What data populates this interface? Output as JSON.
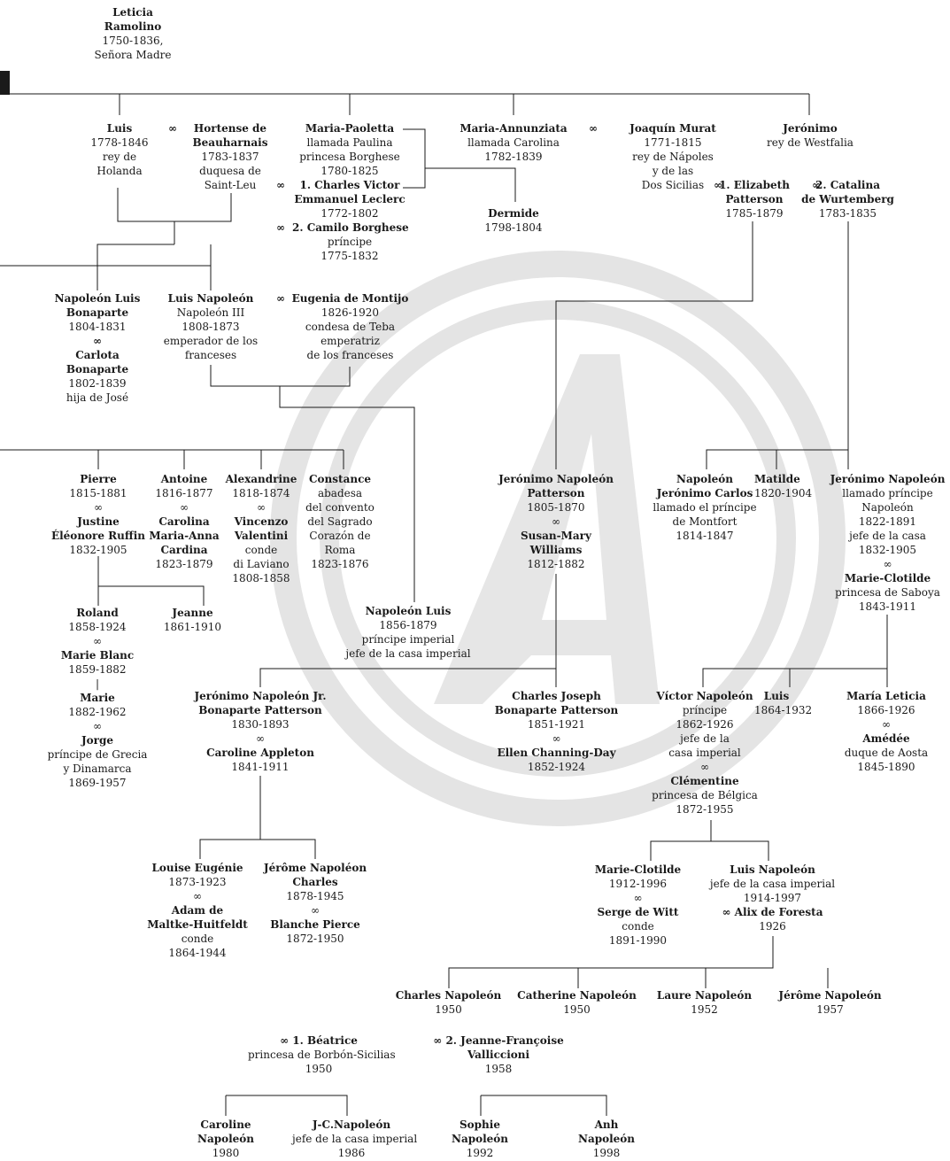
{
  "palette": {
    "line": "#1a1a1a",
    "watermark": "#e4e4e4",
    "text": "#1a1a1a"
  },
  "watermark": {
    "letter": "A"
  },
  "marriage_symbol": "∞",
  "persons": [
    {
      "id": "leticia",
      "lines": [
        {
          "t": "Leticia",
          "b": true
        },
        {
          "t": "Ramolino",
          "b": true
        },
        {
          "t": "1750-1836,"
        },
        {
          "t": "Señora Madre"
        }
      ]
    },
    {
      "id": "luis",
      "lines": [
        {
          "t": "Luis",
          "b": true
        },
        {
          "t": "1778-1846"
        },
        {
          "t": "rey de"
        },
        {
          "t": "Holanda"
        }
      ]
    },
    {
      "id": "hortense",
      "lines": [
        {
          "t": "Hortense de",
          "b": true
        },
        {
          "t": "Beauharnais",
          "b": true
        },
        {
          "t": "1783-1837"
        },
        {
          "t": "duquesa de"
        },
        {
          "t": "Saint-Leu"
        }
      ]
    },
    {
      "id": "paoletta",
      "lines": [
        {
          "t": "Maria-Paoletta",
          "b": true
        },
        {
          "t": "llamada Paulina"
        },
        {
          "t": "princesa Borghese"
        },
        {
          "t": "1780-1825"
        }
      ]
    },
    {
      "id": "leclerc",
      "lines": [
        {
          "t": "1. Charles Victor",
          "b": true
        },
        {
          "t": "Emmanuel Leclerc",
          "b": true
        },
        {
          "t": "1772-1802"
        }
      ]
    },
    {
      "id": "borghese",
      "lines": [
        {
          "t": "2. Camilo Borghese",
          "b": true
        },
        {
          "t": "príncipe"
        },
        {
          "t": "1775-1832"
        }
      ]
    },
    {
      "id": "annunziata",
      "lines": [
        {
          "t": "Maria-Annunziata",
          "b": true
        },
        {
          "t": "llamada Carolina"
        },
        {
          "t": "1782-1839"
        }
      ]
    },
    {
      "id": "dermide",
      "lines": [
        {
          "t": "Dermide",
          "b": true
        },
        {
          "t": "1798-1804"
        }
      ]
    },
    {
      "id": "murat",
      "lines": [
        {
          "t": "Joaquín Murat",
          "b": true
        },
        {
          "t": "1771-1815"
        },
        {
          "t": "rey de Nápoles"
        },
        {
          "t": "y de las"
        },
        {
          "t": "Dos Sicilias"
        }
      ]
    },
    {
      "id": "jeronimo",
      "lines": [
        {
          "t": "Jerónimo",
          "b": true
        },
        {
          "t": "rey de Westfalia"
        }
      ]
    },
    {
      "id": "elizabeth",
      "lines": [
        {
          "t": "1. Elizabeth",
          "b": true
        },
        {
          "t": "Patterson",
          "b": true
        },
        {
          "t": "1785-1879"
        }
      ]
    },
    {
      "id": "catalina",
      "lines": [
        {
          "t": "2. Catalina",
          "b": true
        },
        {
          "t": "de Wurtemberg",
          "b": true
        },
        {
          "t": "1783-1835"
        }
      ]
    },
    {
      "id": "napluis",
      "lines": [
        {
          "t": "Napoleón Luis",
          "b": true
        },
        {
          "t": "Bonaparte",
          "b": true
        },
        {
          "t": "1804-1831"
        },
        {
          "t": "∞",
          "b": true
        },
        {
          "t": "Carlota",
          "b": true
        },
        {
          "t": "Bonaparte",
          "b": true
        },
        {
          "t": "1802-1839"
        },
        {
          "t": "hija de José"
        }
      ]
    },
    {
      "id": "napIII",
      "lines": [
        {
          "t": "Luis Napoleón",
          "b": true
        },
        {
          "t": "Napoleón III"
        },
        {
          "t": "1808-1873"
        },
        {
          "t": "emperador de los"
        },
        {
          "t": "franceses"
        }
      ]
    },
    {
      "id": "eugenia",
      "lines": [
        {
          "t": "Eugenia de Montijo",
          "b": true
        },
        {
          "t": "1826-1920"
        },
        {
          "t": "condesa de Teba"
        },
        {
          "t": "emperatriz"
        },
        {
          "t": "de los franceses"
        }
      ]
    },
    {
      "id": "pierre",
      "lines": [
        {
          "t": "Pierre",
          "b": true
        },
        {
          "t": "1815-1881"
        },
        {
          "t": "∞"
        },
        {
          "t": "Justine",
          "b": true
        },
        {
          "t": "Éléonore Ruffin",
          "b": true
        },
        {
          "t": "1832-1905"
        }
      ]
    },
    {
      "id": "antoine",
      "lines": [
        {
          "t": "Antoine",
          "b": true
        },
        {
          "t": "1816-1877"
        },
        {
          "t": "∞"
        },
        {
          "t": "Carolina",
          "b": true
        },
        {
          "t": "Maria-Anna",
          "b": true
        },
        {
          "t": "Cardina",
          "b": true
        },
        {
          "t": "1823-1879"
        }
      ]
    },
    {
      "id": "alexandrine",
      "lines": [
        {
          "t": "Alexandrine",
          "b": true
        },
        {
          "t": "1818-1874"
        },
        {
          "t": "∞"
        },
        {
          "t": "Vincenzo",
          "b": true
        },
        {
          "t": "Valentini",
          "b": true
        },
        {
          "t": "conde"
        },
        {
          "t": "di Laviano"
        },
        {
          "t": "1808-1858"
        }
      ]
    },
    {
      "id": "constance",
      "lines": [
        {
          "t": "Constance",
          "b": true
        },
        {
          "t": "abadesa"
        },
        {
          "t": "del convento"
        },
        {
          "t": "del Sagrado"
        },
        {
          "t": "Corazón de"
        },
        {
          "t": "Roma"
        },
        {
          "t": "1823-1876"
        }
      ]
    },
    {
      "id": "roland",
      "lines": [
        {
          "t": "Roland",
          "b": true
        },
        {
          "t": "1858-1924"
        },
        {
          "t": "∞"
        },
        {
          "t": "Marie Blanc",
          "b": true
        },
        {
          "t": "1859-1882"
        },
        {
          "t": "|"
        },
        {
          "t": "Marie",
          "b": true
        },
        {
          "t": "1882-1962"
        },
        {
          "t": "∞"
        },
        {
          "t": "Jorge",
          "b": true
        },
        {
          "t": "príncipe de Grecia"
        },
        {
          "t": "y Dinamarca"
        },
        {
          "t": "1869-1957"
        }
      ]
    },
    {
      "id": "jeanne",
      "lines": [
        {
          "t": "Jeanne",
          "b": true
        },
        {
          "t": "1861-1910"
        }
      ]
    },
    {
      "id": "jnpatterson",
      "lines": [
        {
          "t": "Jerónimo Napoleón",
          "b": true
        },
        {
          "t": "Patterson",
          "b": true
        },
        {
          "t": "1805-1870"
        },
        {
          "t": "∞"
        },
        {
          "t": "Susan-Mary",
          "b": true
        },
        {
          "t": "Williams",
          "b": true
        },
        {
          "t": "1812-1882"
        }
      ]
    },
    {
      "id": "montfort",
      "lines": [
        {
          "t": "Napoleón",
          "b": true
        },
        {
          "t": "Jerónimo Carlos",
          "b": true
        },
        {
          "t": "llamado el príncipe"
        },
        {
          "t": "de Montfort"
        },
        {
          "t": "1814-1847"
        }
      ]
    },
    {
      "id": "matilde",
      "lines": [
        {
          "t": "Matilde",
          "b": true
        },
        {
          "t": "1820-1904"
        }
      ]
    },
    {
      "id": "jnprincipe",
      "lines": [
        {
          "t": "Jerónimo Napoleón",
          "b": true
        },
        {
          "t": "llamado príncipe"
        },
        {
          "t": "Napoleón"
        },
        {
          "t": "1822-1891"
        },
        {
          "t": "jefe de la casa"
        },
        {
          "t": "1832-1905"
        },
        {
          "t": "∞"
        },
        {
          "t": "Marie-Clotilde",
          "b": true
        },
        {
          "t": "princesa de Saboya"
        },
        {
          "t": "1843-1911"
        }
      ]
    },
    {
      "id": "napluisimp",
      "lines": [
        {
          "t": "Napoleón Luis",
          "b": true
        },
        {
          "t": "1856-1879"
        },
        {
          "t": "príncipe imperial"
        },
        {
          "t": "jefe de la casa imperial"
        }
      ]
    },
    {
      "id": "jnjr",
      "lines": [
        {
          "t": "Jerónimo Napoleón Jr.",
          "b": true
        },
        {
          "t": "Bonaparte Patterson",
          "b": true
        },
        {
          "t": "1830-1893"
        },
        {
          "t": "∞"
        },
        {
          "t": "Caroline Appleton",
          "b": true
        },
        {
          "t": "1841-1911"
        }
      ]
    },
    {
      "id": "charlesjoseph",
      "lines": [
        {
          "t": "Charles Joseph",
          "b": true
        },
        {
          "t": "Bonaparte Patterson",
          "b": true
        },
        {
          "t": "1851-1921"
        },
        {
          "t": "∞"
        },
        {
          "t": "Ellen Channing-Day",
          "b": true
        },
        {
          "t": "1852-1924"
        }
      ]
    },
    {
      "id": "victor",
      "lines": [
        {
          "t": "Víctor Napoleón",
          "b": true
        },
        {
          "t": "príncipe"
        },
        {
          "t": "1862-1926"
        },
        {
          "t": "jefe de la"
        },
        {
          "t": "casa imperial"
        },
        {
          "t": "∞"
        },
        {
          "t": "Clémentine",
          "b": true
        },
        {
          "t": "princesa de Bélgica"
        },
        {
          "t": "1872-1955"
        }
      ]
    },
    {
      "id": "luis2",
      "lines": [
        {
          "t": "Luis",
          "b": true
        },
        {
          "t": "1864-1932"
        }
      ]
    },
    {
      "id": "marialeticia",
      "lines": [
        {
          "t": "María Leticia",
          "b": true
        },
        {
          "t": "1866-1926"
        },
        {
          "t": "∞"
        },
        {
          "t": "Amédée",
          "b": true
        },
        {
          "t": "duque de Aosta"
        },
        {
          "t": "1845-1890"
        }
      ]
    },
    {
      "id": "louiseeugenie",
      "lines": [
        {
          "t": "Louise Eugénie",
          "b": true
        },
        {
          "t": "1873-1923"
        },
        {
          "t": " "
        },
        {
          "t": "∞"
        },
        {
          "t": "Adam de",
          "b": true
        },
        {
          "t": "Maltke-Huitfeldt",
          "b": true
        },
        {
          "t": "conde"
        },
        {
          "t": "1864-1944"
        }
      ]
    },
    {
      "id": "jeromecharles",
      "lines": [
        {
          "t": "Jérôme Napoléon",
          "b": true
        },
        {
          "t": "Charles",
          "b": true
        },
        {
          "t": "1878-1945"
        },
        {
          "t": "∞"
        },
        {
          "t": "Blanche Pierce",
          "b": true
        },
        {
          "t": "1872-1950"
        }
      ]
    },
    {
      "id": "marieclotilde2",
      "lines": [
        {
          "t": "Marie-Clotilde",
          "b": true
        },
        {
          "t": "1912-1996"
        },
        {
          "t": "∞"
        },
        {
          "t": "Serge de Witt",
          "b": true
        },
        {
          "t": "conde"
        },
        {
          "t": "1891-1990"
        }
      ]
    },
    {
      "id": "luisnap2",
      "lines": [
        {
          "t": "Luis Napoleón",
          "b": true
        },
        {
          "t": "jefe de la casa imperial"
        },
        {
          "t": "1914-1997"
        },
        {
          "t": "∞ Alix de Foresta",
          "b": true
        },
        {
          "t": "1926"
        }
      ]
    },
    {
      "id": "charlesnap",
      "lines": [
        {
          "t": "Charles Napoleón",
          "b": true
        },
        {
          "t": "1950"
        }
      ]
    },
    {
      "id": "catherine",
      "lines": [
        {
          "t": "Catherine Napoleón",
          "b": true
        },
        {
          "t": "1950"
        }
      ]
    },
    {
      "id": "laure",
      "lines": [
        {
          "t": "Laure Napoleón",
          "b": true
        },
        {
          "t": "1952"
        }
      ]
    },
    {
      "id": "jerome",
      "lines": [
        {
          "t": "Jérôme Napoleón",
          "b": true
        },
        {
          "t": "1957"
        }
      ]
    },
    {
      "id": "beatrice",
      "lines": [
        {
          "t": "∞ 1. Béatrice",
          "b": true
        },
        {
          "t": "princesa de Borbón-Sicilias"
        },
        {
          "t": "1950"
        }
      ]
    },
    {
      "id": "jeannef",
      "lines": [
        {
          "t": "∞ 2. Jeanne-Françoise",
          "b": true
        },
        {
          "t": "Valliccioni",
          "b": true
        },
        {
          "t": "1958"
        }
      ]
    },
    {
      "id": "caroline",
      "lines": [
        {
          "t": "Caroline",
          "b": true
        },
        {
          "t": "Napoleón",
          "b": true
        },
        {
          "t": "1980"
        }
      ]
    },
    {
      "id": "jcnap",
      "lines": [
        {
          "t": "J-C.Napoleón",
          "b": true
        },
        {
          "t": "jefe de la casa imperial"
        },
        {
          "t": "1986"
        }
      ]
    },
    {
      "id": "sophie",
      "lines": [
        {
          "t": "Sophie",
          "b": true
        },
        {
          "t": "Napoleón",
          "b": true
        },
        {
          "t": "1992"
        }
      ]
    },
    {
      "id": "anh",
      "lines": [
        {
          "t": "Anh",
          "b": true
        },
        {
          "t": "Napoleón",
          "b": true
        },
        {
          "t": "1998"
        }
      ]
    }
  ]
}
